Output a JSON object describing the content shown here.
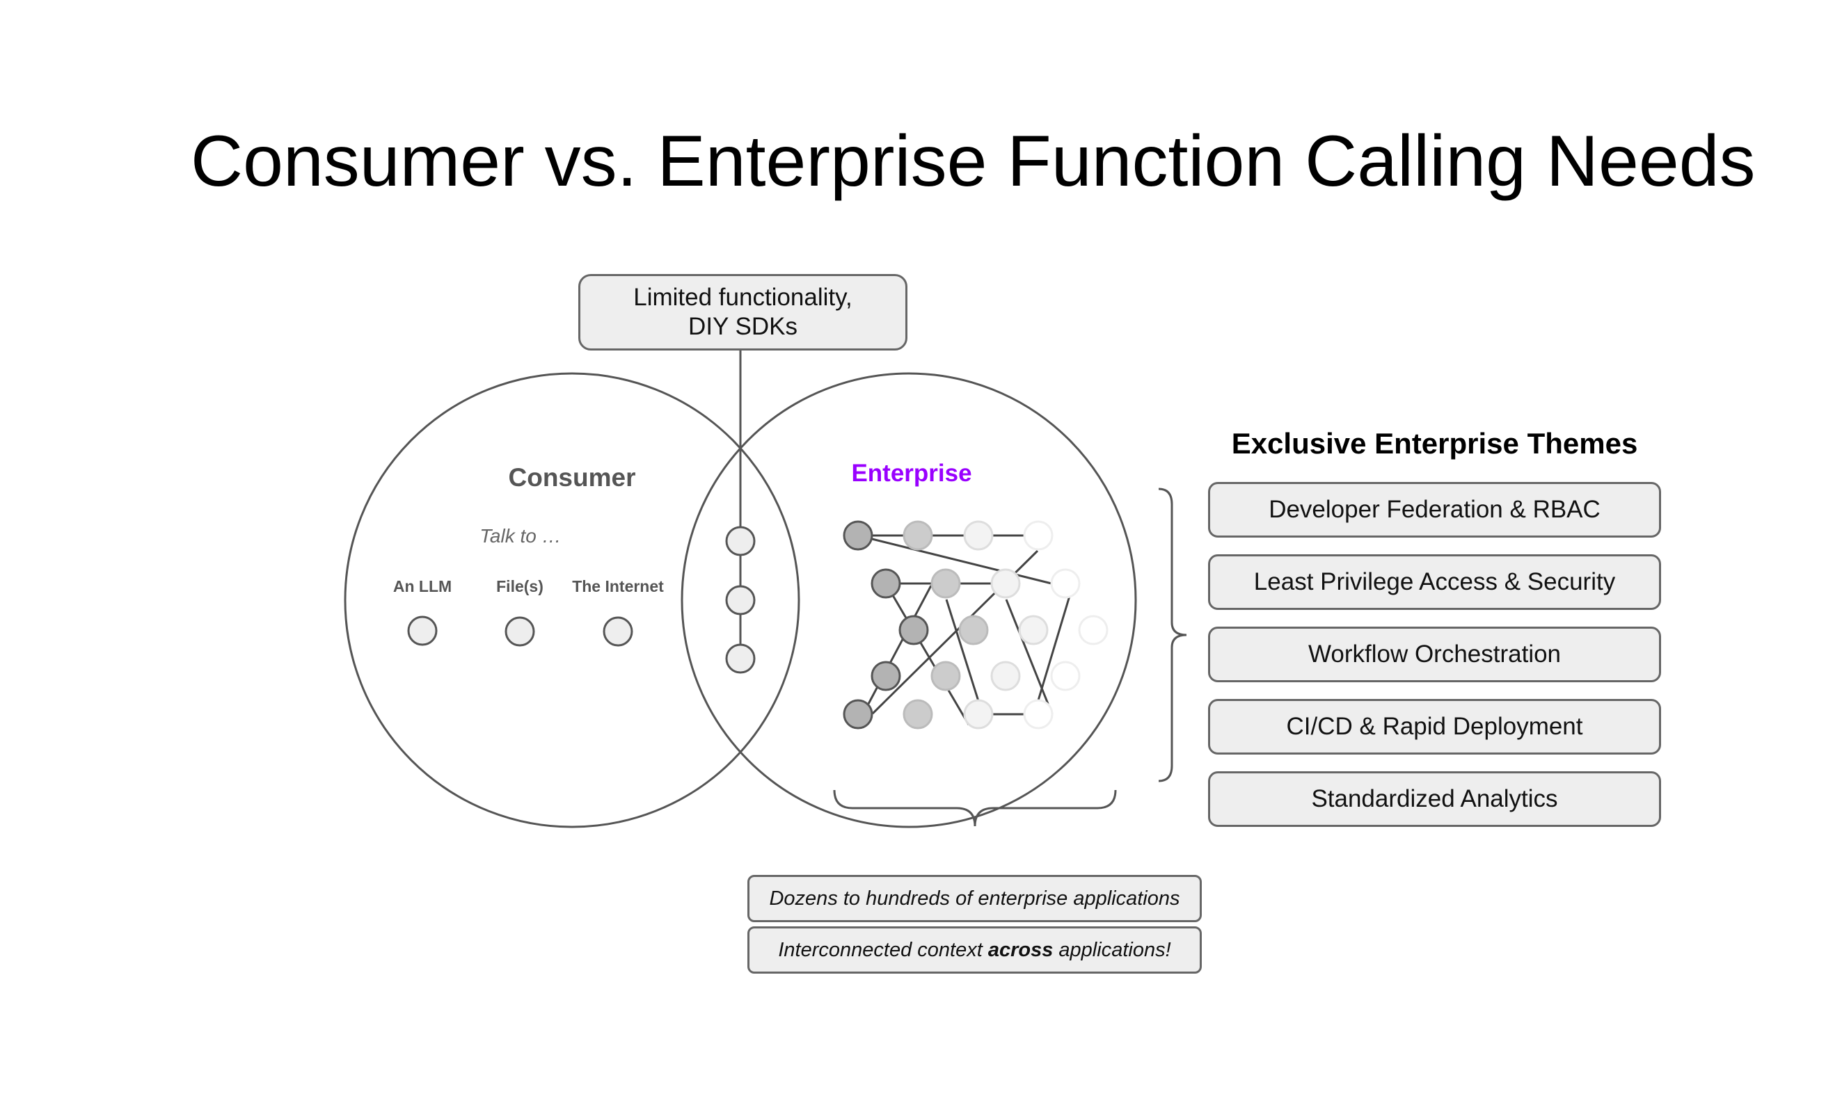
{
  "slide": {
    "title": "Consumer vs. Enterprise Function Calling Needs"
  },
  "callout": {
    "line1": "Limited functionality,",
    "line2": "DIY SDKs"
  },
  "consumer": {
    "label": "Consumer",
    "subtitle": "Talk to …",
    "items": [
      "An LLM",
      "File(s)",
      "The Internet"
    ]
  },
  "enterprise": {
    "label": "Enterprise",
    "label_color": "#9900ff"
  },
  "themes": {
    "heading": "Exclusive Enterprise Themes",
    "items": [
      "Developer Federation & RBAC",
      "Least Privilege Access & Security",
      "Workflow Orchestration",
      "CI/CD & Rapid Deployment",
      "Standardized Analytics"
    ]
  },
  "notes": {
    "line1": "Dozens to hundreds of enterprise applications",
    "line2_before": "Interconnected context ",
    "line2_bold": "across",
    "line2_after": " applications!"
  },
  "colors": {
    "box_fill": "#eeeeee",
    "stroke": "#555555",
    "node_shades": [
      "#b3b3b3",
      "#cccccc",
      "#f3f3f3",
      "#ffffff"
    ]
  }
}
